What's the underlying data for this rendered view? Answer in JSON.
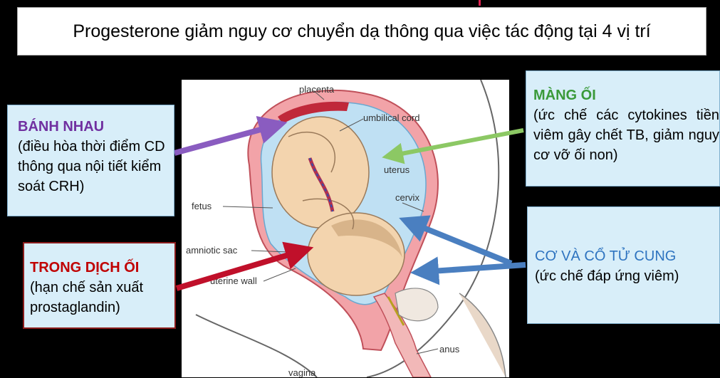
{
  "title": "Progesterone giảm nguy cơ chuyển dạ thông qua việc tác động tại 4 vị trí",
  "boxes": {
    "placenta": {
      "heading": "BÁNH NHAU",
      "body": "(điều hòa thời điểm CD thông qua nội tiết kiểm soát CRH)"
    },
    "amnion": {
      "heading": "MÀNG ỐI",
      "body": "(ức chế các cytokines tiền viêm gây chết TB, giảm nguy cơ vỡ ối non)"
    },
    "fluid": {
      "heading": "TRONG DỊCH ỐI",
      "body": "(hạn chế sản xuất prostaglandin)"
    },
    "cervix": {
      "heading": "CƠ VÀ CỔ TỬ CUNG",
      "body": "(ức chế đáp ứng viêm)"
    }
  },
  "illustration_labels": {
    "placenta": "placenta",
    "umbilical_cord": "umbilical cord",
    "uterus": "uterus",
    "cervix": "cervix",
    "fetus": "fetus",
    "amniotic_sac": "amniotic sac",
    "uterine_wall": "uterine wall",
    "anus": "anus",
    "vagina": "vagina"
  },
  "colors": {
    "purple_arrow": "#8a5cc0",
    "green_arrow": "#8cc864",
    "red_arrow": "#c0102a",
    "blue_arrow": "#4a7fc0",
    "box_fill": "#d8eef9"
  }
}
